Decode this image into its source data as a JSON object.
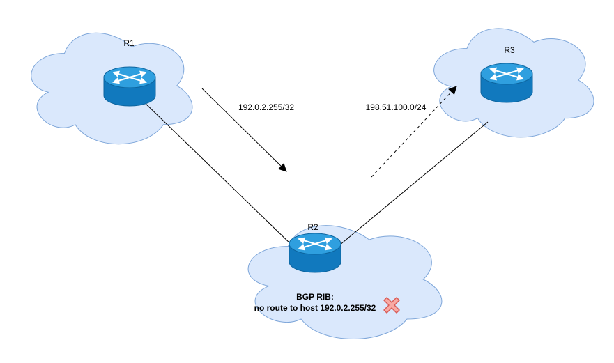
{
  "diagram": {
    "nodes": {
      "r1": {
        "label": "R1",
        "type": "router",
        "icon": "router-icon"
      },
      "r2": {
        "label": "R2",
        "type": "router",
        "icon": "router-icon"
      },
      "r3": {
        "label": "R3",
        "type": "router",
        "icon": "router-icon"
      }
    },
    "edges": {
      "advertise_r1_to_r2": {
        "from": "R1",
        "to": "R2",
        "label": "192.0.2.255/32",
        "line": "solid",
        "arrowhead": true
      },
      "advertise_r2_to_r3": {
        "from": "R2",
        "to": "R3",
        "label": "198.51.100.0/24",
        "line": "dashed",
        "arrowhead": true
      },
      "link_r1_r2": {
        "from": "R1",
        "to": "R2",
        "line": "solid",
        "arrowhead": false
      },
      "link_r2_r3": {
        "from": "R2",
        "to": "R3",
        "line": "solid",
        "arrowhead": false
      }
    },
    "annotations": {
      "bgp_rib_line1": "BGP RIB:",
      "bgp_rib_line2": "no route to host 192.0.2.255/32",
      "error_icon": "red-x-icon"
    },
    "colors": {
      "cloud_fill": "#dae8fc",
      "cloud_stroke": "#7ea6d9",
      "router_body": "#1179be",
      "router_top": "#2f9fdf",
      "router_arrows": "#ffffff",
      "edge_color": "#000000",
      "error_fill": "#f8aaa4",
      "error_stroke": "#d95c57"
    }
  }
}
